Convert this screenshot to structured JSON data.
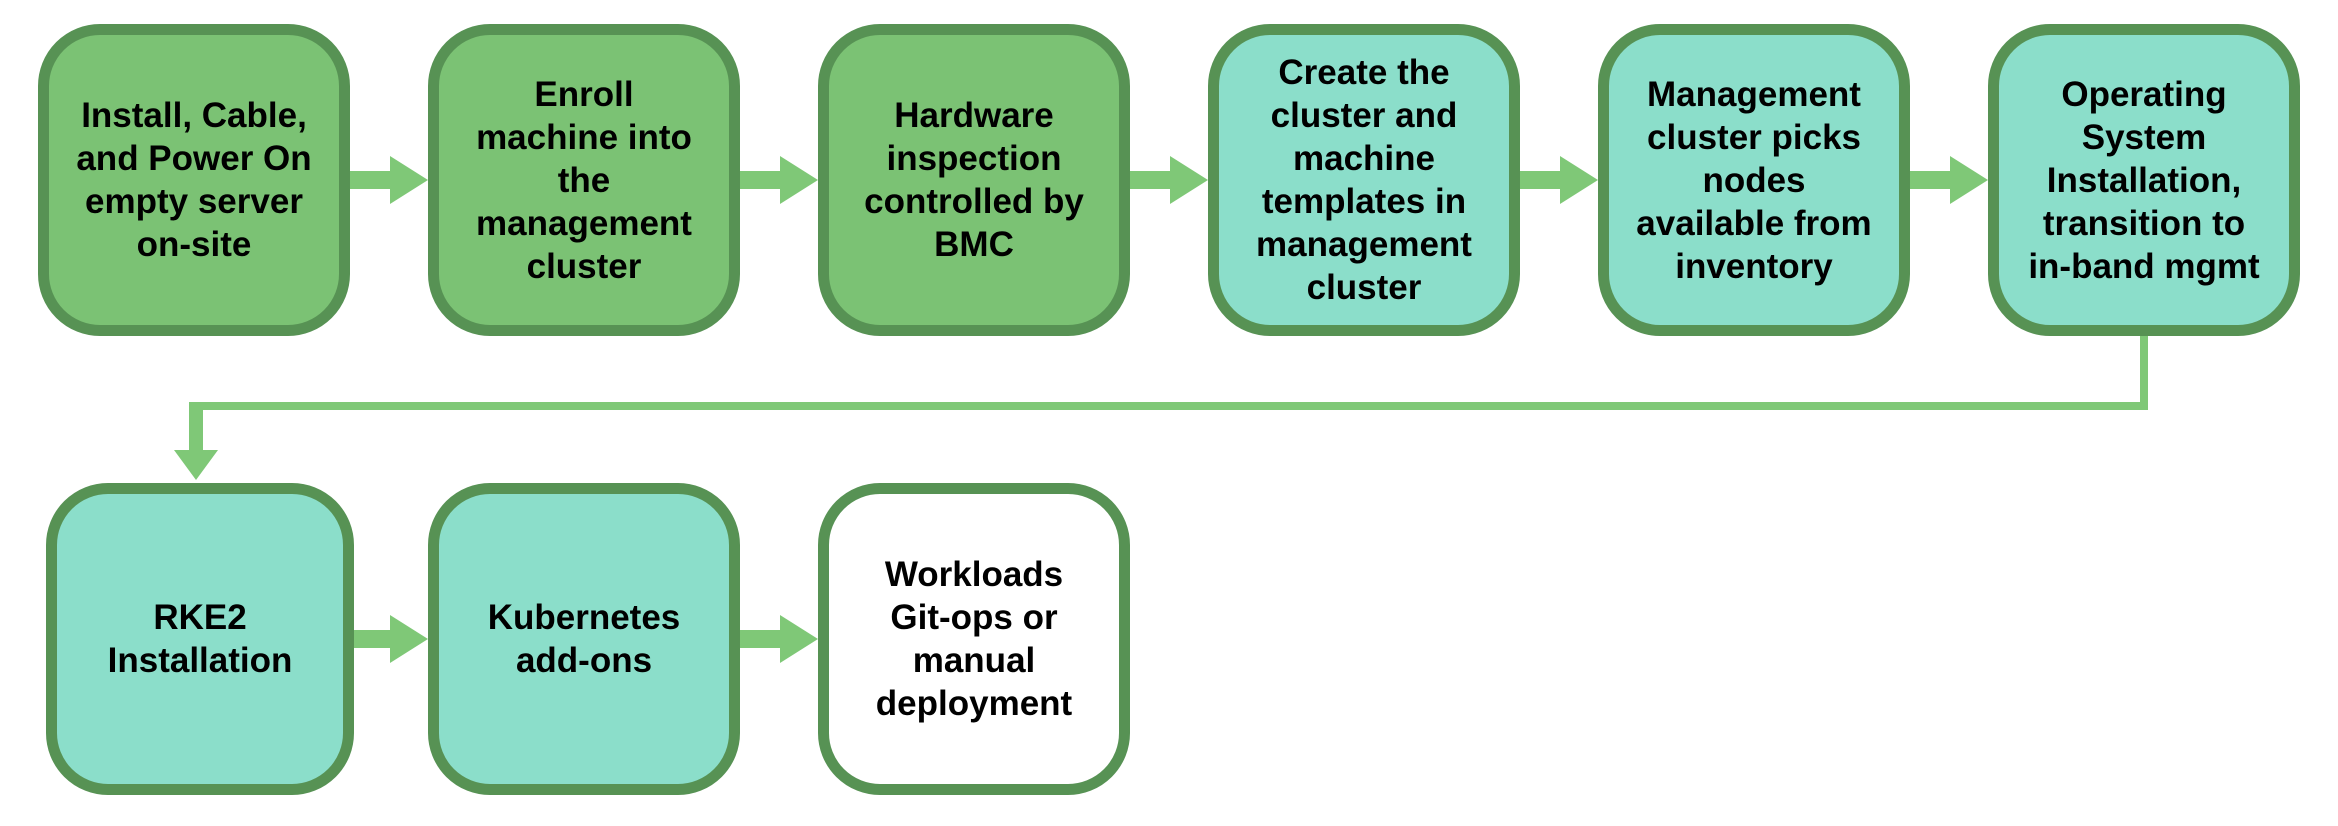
{
  "diagram": {
    "type": "flowchart",
    "background": "#FFFFFF",
    "colors": {
      "green_fill": "#7BC274",
      "teal_fill": "#8BDECA",
      "white_fill": "#FFFFFF",
      "node_border": "#579254",
      "arrow": "#7FC877",
      "text": "#000000"
    },
    "nodes": [
      {
        "id": "install-cable-power-on",
        "fill": "green",
        "lines": [
          "Install, Cable,",
          "and Power On",
          "empty server",
          "on-site"
        ]
      },
      {
        "id": "enroll-machine",
        "fill": "green",
        "lines": [
          "Enroll",
          "machine into",
          "the",
          "management",
          "cluster"
        ]
      },
      {
        "id": "hardware-inspection",
        "fill": "green",
        "lines": [
          "Hardware",
          "inspection",
          "controlled by",
          "BMC"
        ]
      },
      {
        "id": "create-cluster-templates",
        "fill": "teal",
        "lines": [
          "Create the",
          "cluster and",
          "machine",
          "templates in",
          "management",
          "cluster"
        ]
      },
      {
        "id": "management-cluster-picks-nodes",
        "fill": "teal",
        "lines": [
          "Management",
          "cluster picks",
          "nodes",
          "available from",
          "inventory"
        ]
      },
      {
        "id": "os-installation",
        "fill": "teal",
        "lines": [
          "Operating",
          "System",
          "Installation,",
          "transition to",
          "in-band mgmt"
        ]
      },
      {
        "id": "rke2-installation",
        "fill": "teal",
        "lines": [
          "RKE2",
          "Installation"
        ]
      },
      {
        "id": "kubernetes-addons",
        "fill": "teal",
        "lines": [
          "Kubernetes",
          "add-ons"
        ]
      },
      {
        "id": "workloads-deployment",
        "fill": "white",
        "lines": [
          "Workloads",
          "Git-ops or",
          "manual",
          "deployment"
        ]
      }
    ],
    "flow": [
      "install-cable-power-on",
      "enroll-machine",
      "hardware-inspection",
      "create-cluster-templates",
      "management-cluster-picks-nodes",
      "os-installation",
      "rke2-installation",
      "kubernetes-addons",
      "workloads-deployment"
    ]
  }
}
